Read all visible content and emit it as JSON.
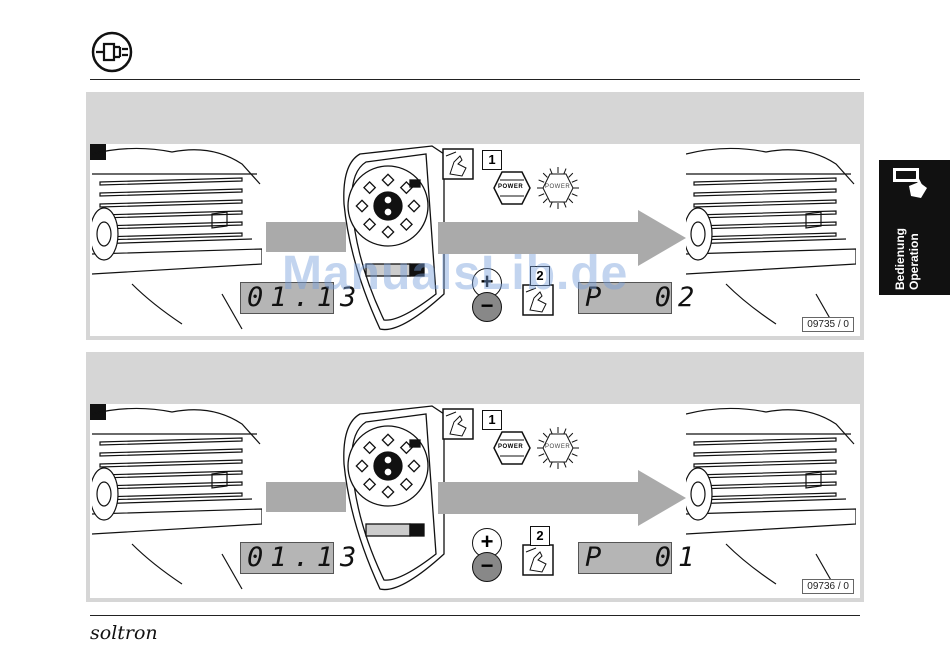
{
  "header": {
    "icon": "plug-in-icon"
  },
  "side_tab": {
    "line1": "Bedienung",
    "line2": "Operation"
  },
  "panels": [
    {
      "display_left": "01.13",
      "display_right": "P  02",
      "button_label": "POWER",
      "step1": "1",
      "step2": "2",
      "minus": "−",
      "plus": "+",
      "figure_code": "09735 / 0"
    },
    {
      "display_left": "01.13",
      "display_right": "P  01",
      "button_label": "POWER",
      "step1": "1",
      "step2": "2",
      "minus": "−",
      "plus": "+",
      "figure_code": "09736 / 0"
    }
  ],
  "footer": {
    "logo": "soltron"
  },
  "watermark": "ManualsLib.de"
}
